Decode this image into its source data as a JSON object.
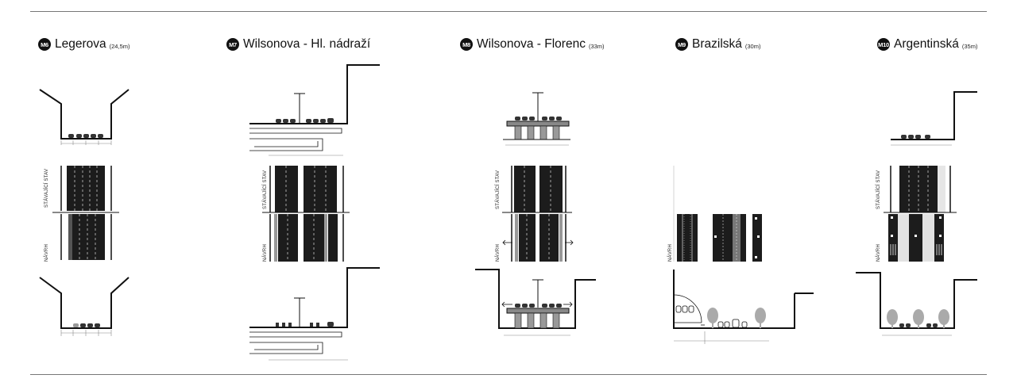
{
  "sections": [
    {
      "badge": "M6",
      "name": "Legerova",
      "width": "(24,5m)",
      "existing_label": "STÁVAJÍCÍ STAV",
      "proposal_label": "NÁVRH"
    },
    {
      "badge": "M7",
      "name": "Wilsonova - Hl. nádraží",
      "width": "",
      "existing_label": "STÁVAJÍCÍ STAV",
      "proposal_label": "NÁVRH"
    },
    {
      "badge": "M8",
      "name": "Wilsonova - Florenc",
      "width": "(33m)",
      "existing_label": "STÁVAJÍCÍ STAV",
      "proposal_label": "NÁVRH"
    },
    {
      "badge": "M9",
      "name": "Brazilská",
      "width": "(30m)",
      "existing_label": "",
      "proposal_label": "NÁVRH"
    },
    {
      "badge": "M10",
      "name": "Argentinská",
      "width": "(35m)",
      "existing_label": "STÁVAJÍCÍ STAV",
      "proposal_label": "NÁVRH"
    }
  ],
  "colors": {
    "road": "#1c1c1c",
    "line": "#111111",
    "rule": "#777777",
    "tree": "#aaaaaa",
    "median": "#999999"
  }
}
